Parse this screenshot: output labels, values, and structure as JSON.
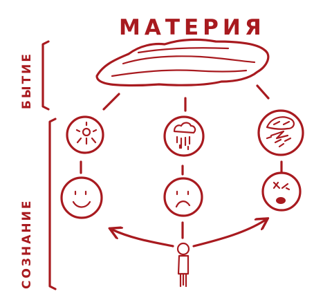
{
  "title": "МАТЕРИЯ",
  "labels": {
    "being": "БЫТИЕ",
    "consciousness": "СОЗНАНИЕ"
  },
  "colors": {
    "ink": "#a81a1f",
    "background": "#ffffff"
  },
  "conditions": [
    {
      "icon": "sun-icon",
      "mood_icon": "happy-face-icon"
    },
    {
      "icon": "rain-cloud-icon",
      "mood_icon": "sad-face-icon"
    },
    {
      "icon": "storm-icon",
      "mood_icon": "angry-face-icon"
    }
  ],
  "person_icon": "person-icon"
}
